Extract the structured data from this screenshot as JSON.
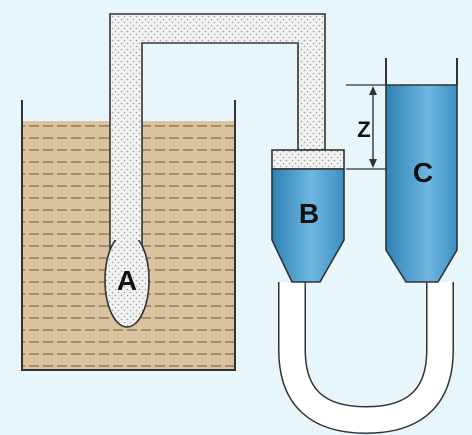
{
  "labels": {
    "bulb": "A",
    "vessel_b": "B",
    "vessel_c": "C",
    "height_difference": "Z"
  },
  "colors": {
    "background": "#e6f6fb",
    "tank_liquid": "#dcc3a0",
    "tank_lines": "#8a7456",
    "gas": "#f2f2f2",
    "gas_dots": "#9a9a9a",
    "manometer_liquid": "#4a9fcc",
    "outline": "#333333"
  }
}
